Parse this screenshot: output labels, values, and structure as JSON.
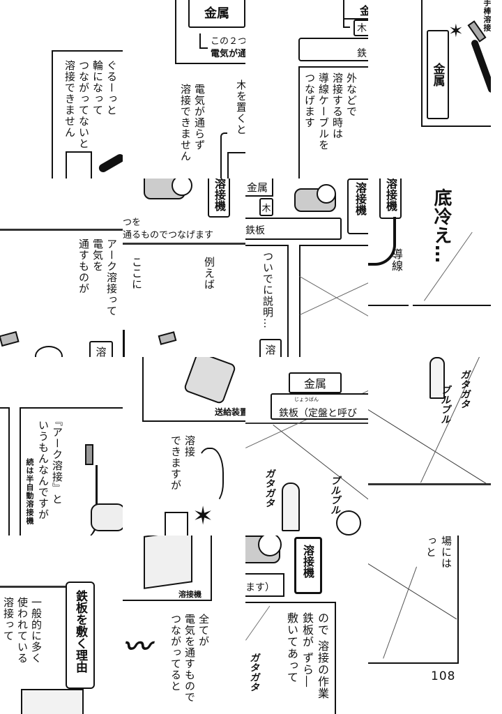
{
  "tiles": {
    "t00": {
      "lines": [
        "ぐるーっと",
        "輪になって",
        "つながってないと",
        "溶接できません"
      ]
    },
    "t01": {
      "metal": "金属",
      "note1": "この２つ",
      "note2": "電気が通",
      "lines": [
        "木を置くと",
        "電気が通らず",
        "溶接できません"
      ]
    },
    "t02": {
      "metal": "金",
      "wood": "木",
      "plate": "鉄",
      "lines": [
        "外などで",
        "溶接する時は",
        "導線ケーブルを",
        "つなげます"
      ]
    },
    "t03": {
      "metal": "金属",
      "label": "手棒溶接"
    },
    "t10": {
      "lines": [
        "アーク溶接って",
        "電気を",
        "通すものが"
      ],
      "box": "溶"
    },
    "t11": {
      "machine": "溶接機",
      "line1": "つを",
      "line2": "通るものでつなげます",
      "left": "ここに",
      "right": "例えば"
    },
    "t12": {
      "metal": "金属",
      "wood": "木",
      "plate": "鉄板",
      "machine": "溶接機",
      "text": "ついでに説明…",
      "box": "溶"
    },
    "t13": {
      "machine": "溶接機",
      "cable": "導線",
      "text": "底冷え…"
    },
    "t20": {
      "lines": [
        "『アーク溶接』と",
        "いうもんなんですが"
      ],
      "note": "続は半自動溶接機"
    },
    "t21": {
      "feeder": "送給装置",
      "lines": [
        "溶接",
        "できますが"
      ]
    },
    "t22": {
      "metal": "金属",
      "plate": "鉄板（定盤と呼び",
      "ruby": "じょうばん",
      "sfx1": "ガタガタ",
      "sfx2": "ブルブル"
    },
    "t23": {
      "sfx1": "ガタガタ",
      "sfx2": "ブルブル"
    },
    "t30": {
      "title": "鉄板を敷く理由",
      "lines": [
        "一般的に多く",
        "使われている",
        "溶接って"
      ]
    },
    "t31": {
      "machine_label": "溶接機",
      "lines": [
        "全てが",
        "電気を通すもので",
        "つながってると"
      ]
    },
    "t32": {
      "machine": "溶接機",
      "tail": "ます）",
      "lines": [
        "ので 溶接の作業",
        "鉄板が ずら―",
        "敷いてあって"
      ],
      "sfx": "ガタガタ"
    },
    "t33": {
      "lines": [
        "場には",
        "っと"
      ],
      "page_number": "108"
    }
  }
}
